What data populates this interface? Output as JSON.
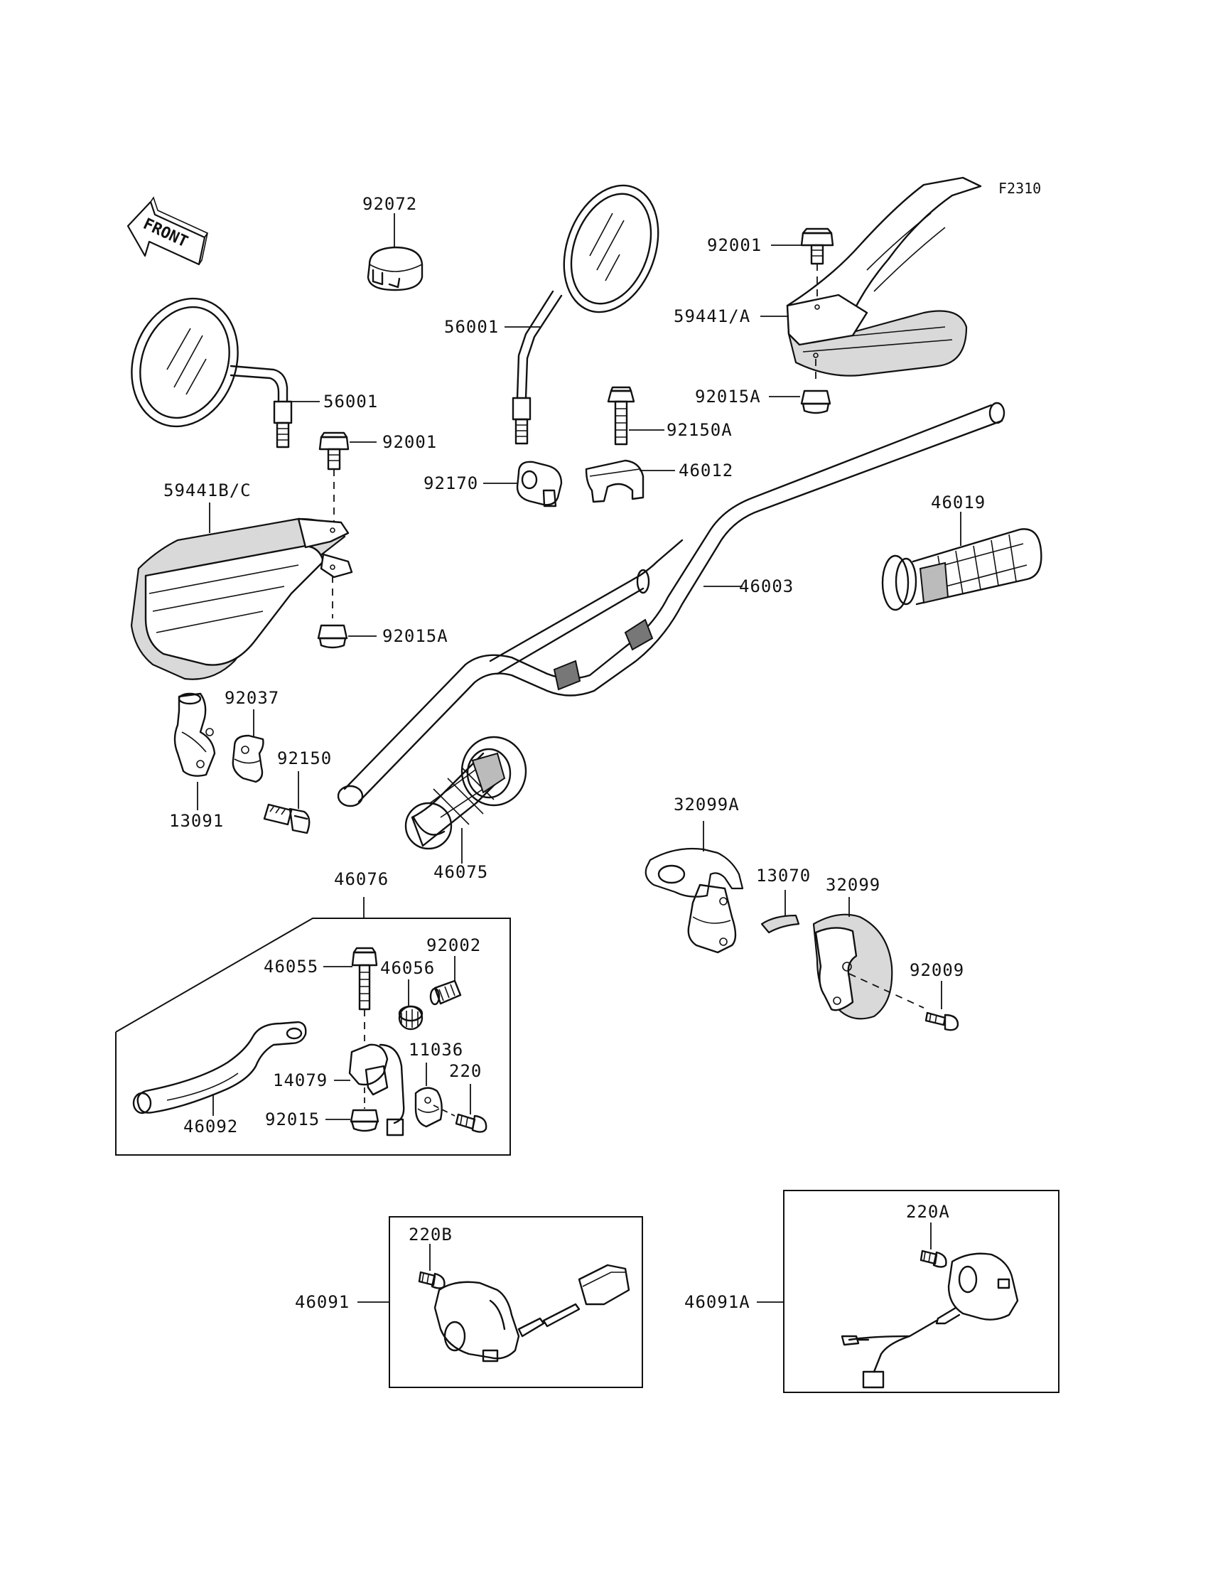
{
  "figure_code": "F2310",
  "front_label": "FRONT",
  "parts": [
    {
      "id": "92072",
      "label": "92072"
    },
    {
      "id": "56001-right",
      "label": "56001"
    },
    {
      "id": "56001-left",
      "label": "56001"
    },
    {
      "id": "92001-top",
      "label": "92001"
    },
    {
      "id": "59441-a",
      "label": "59441/A"
    },
    {
      "id": "92015a-top",
      "label": "92015A"
    },
    {
      "id": "92150a",
      "label": "92150A"
    },
    {
      "id": "92001-left",
      "label": "92001"
    },
    {
      "id": "92170",
      "label": "92170"
    },
    {
      "id": "46012",
      "label": "46012"
    },
    {
      "id": "59441-bc",
      "label": "59441B/C"
    },
    {
      "id": "46019",
      "label": "46019"
    },
    {
      "id": "46003",
      "label": "46003"
    },
    {
      "id": "92015a-left",
      "label": "92015A"
    },
    {
      "id": "92037",
      "label": "92037"
    },
    {
      "id": "92150",
      "label": "92150"
    },
    {
      "id": "13091",
      "label": "13091"
    },
    {
      "id": "46075",
      "label": "46075"
    },
    {
      "id": "32099a",
      "label": "32099A"
    },
    {
      "id": "13070",
      "label": "13070"
    },
    {
      "id": "32099",
      "label": "32099"
    },
    {
      "id": "92009",
      "label": "92009"
    },
    {
      "id": "46076",
      "label": "46076"
    },
    {
      "id": "46055",
      "label": "46055"
    },
    {
      "id": "92002",
      "label": "92002"
    },
    {
      "id": "46056",
      "label": "46056"
    },
    {
      "id": "11036",
      "label": "11036"
    },
    {
      "id": "14079",
      "label": "14079"
    },
    {
      "id": "220",
      "label": "220"
    },
    {
      "id": "92015",
      "label": "92015"
    },
    {
      "id": "46092",
      "label": "46092"
    },
    {
      "id": "220b",
      "label": "220B"
    },
    {
      "id": "46091",
      "label": "46091"
    },
    {
      "id": "220a",
      "label": "220A"
    },
    {
      "id": "46091a",
      "label": "46091A"
    }
  ]
}
